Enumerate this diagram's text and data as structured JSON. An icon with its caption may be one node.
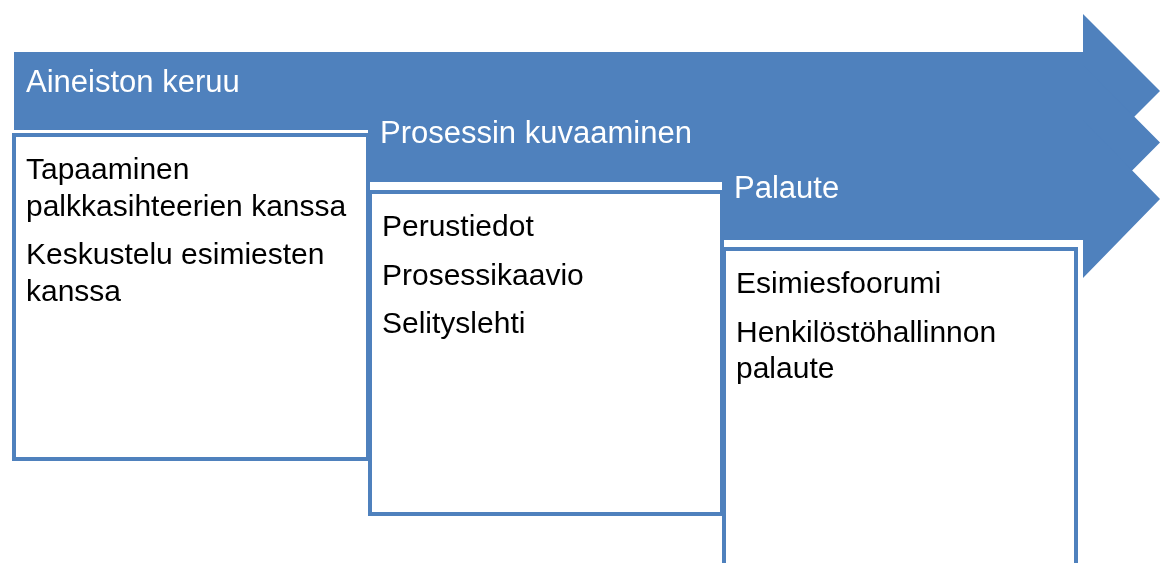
{
  "diagram": {
    "nodes": [
      {
        "text": [
          "Aineiston keruu"
        ]
      },
      {
        "text": [
          "Tapaaminen palkkasihteerien kanssa",
          "Keskustelu esimiesten kanssa"
        ]
      },
      {
        "text": [
          "Prosessin kuvaaminen"
        ]
      },
      {
        "text": [
          "Perustiedot",
          "Prosessikaavio",
          "Selityslehti"
        ]
      },
      {
        "text": [
          "Palaute"
        ]
      },
      {
        "text": [
          "Esimiesfoorumi",
          "Henkilöstöhallinnon palaute"
        ]
      }
    ]
  }
}
